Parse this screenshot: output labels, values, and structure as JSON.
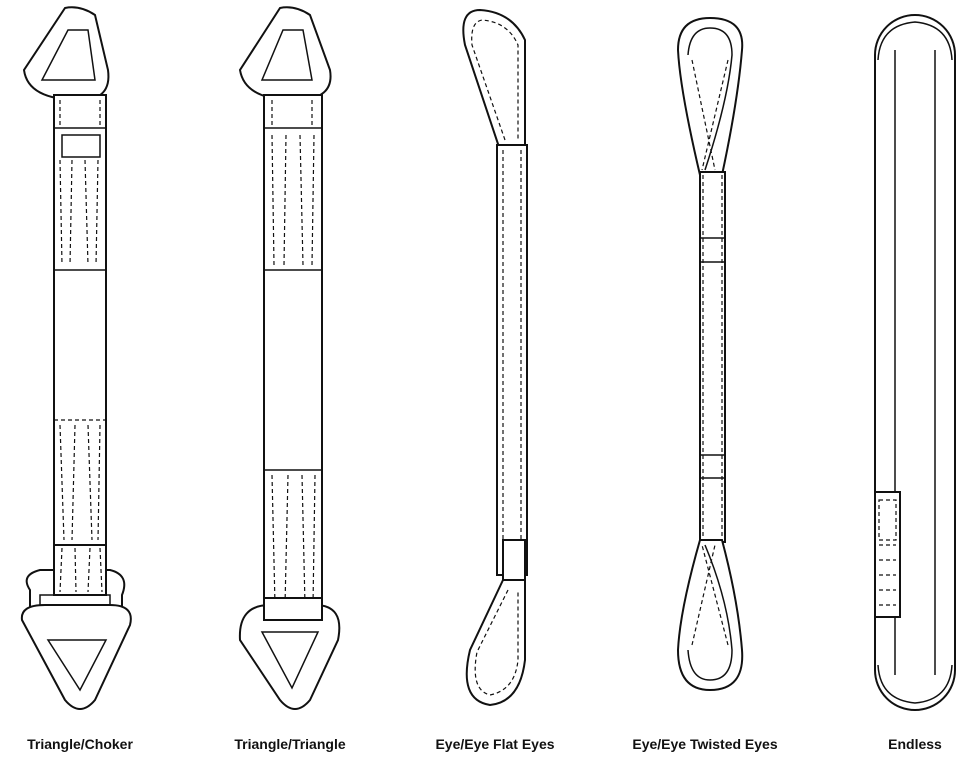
{
  "slings": [
    {
      "label": "Triangle/Choker",
      "icon": "triangle-choker-sling-icon"
    },
    {
      "label": "Triangle/Triangle",
      "icon": "triangle-triangle-sling-icon"
    },
    {
      "label": "Eye/Eye Flat Eyes",
      "icon": "eye-eye-flat-sling-icon"
    },
    {
      "label": "Eye/Eye Twisted Eyes",
      "icon": "eye-eye-twisted-sling-icon"
    },
    {
      "label": "Endless",
      "icon": "endless-sling-icon"
    }
  ]
}
